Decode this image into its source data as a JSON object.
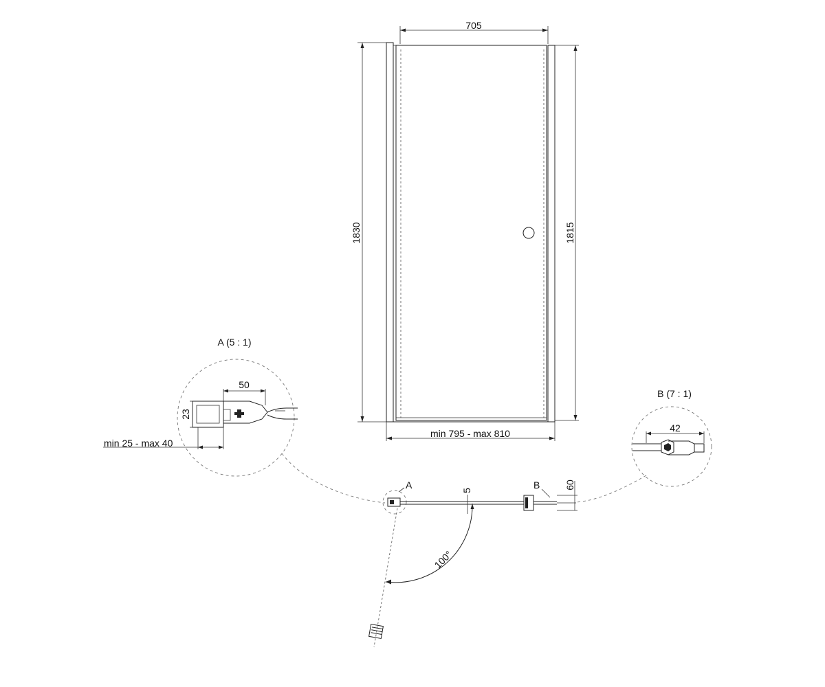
{
  "front_view": {
    "width_top": "705",
    "height_left": "1830",
    "height_right": "1815",
    "width_bottom": "min 795 - max 810"
  },
  "detail_a": {
    "title": "A (5 : 1)",
    "dim_width": "50",
    "dim_height": "23",
    "dim_range": "min 25 - max 40"
  },
  "detail_b": {
    "title": "B (7 : 1)",
    "dim_width": "42"
  },
  "plan_view": {
    "marker_a": "A",
    "marker_b": "B",
    "dim_glass": "5",
    "dim_depth": "60",
    "angle": "100°"
  }
}
